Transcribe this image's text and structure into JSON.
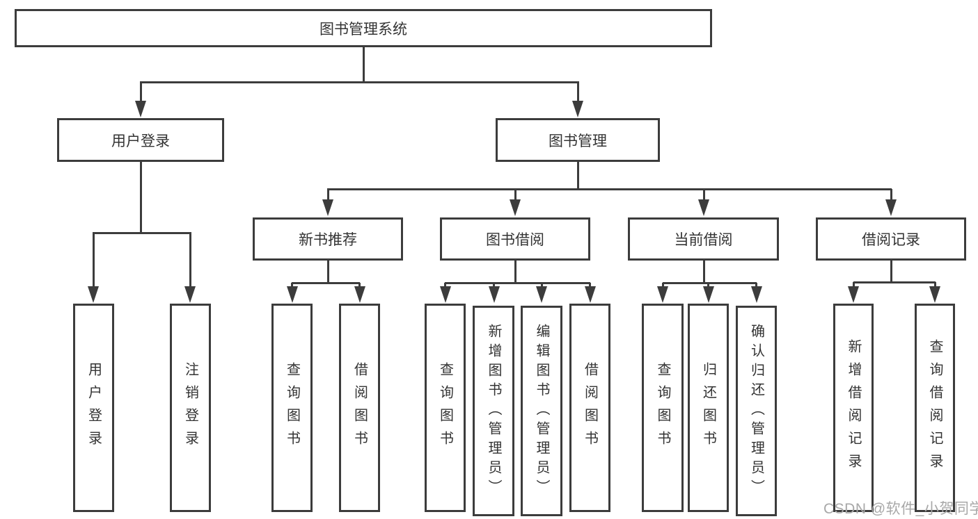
{
  "tree": {
    "root": {
      "label": "图书管理系统"
    },
    "branches": [
      {
        "label": "用户登录",
        "children": [
          {
            "label": "用户登录"
          },
          {
            "label": "注销登录"
          }
        ]
      },
      {
        "label": "图书管理",
        "children": [
          {
            "label": "新书推荐",
            "children": [
              {
                "label": "查询图书"
              },
              {
                "label": "借阅图书"
              }
            ]
          },
          {
            "label": "图书借阅",
            "children": [
              {
                "label": "查询图书"
              },
              {
                "label": "新增图书（管理员）"
              },
              {
                "label": "编辑图书（管理员）"
              },
              {
                "label": "借阅图书"
              }
            ]
          },
          {
            "label": "当前借阅",
            "children": [
              {
                "label": "查询图书"
              },
              {
                "label": "归还图书"
              },
              {
                "label": "确认归还（管理员）"
              }
            ]
          },
          {
            "label": "借阅记录",
            "children": [
              {
                "label": "新增借阅记录"
              },
              {
                "label": "查询借阅记录"
              }
            ]
          }
        ]
      }
    ]
  },
  "watermark": {
    "text": "CSDN @软件_小贺同学"
  },
  "colors": {
    "line": "#3c3c3c",
    "text": "#333333",
    "watermark": "#a8a8a8",
    "background": "#ffffff"
  }
}
